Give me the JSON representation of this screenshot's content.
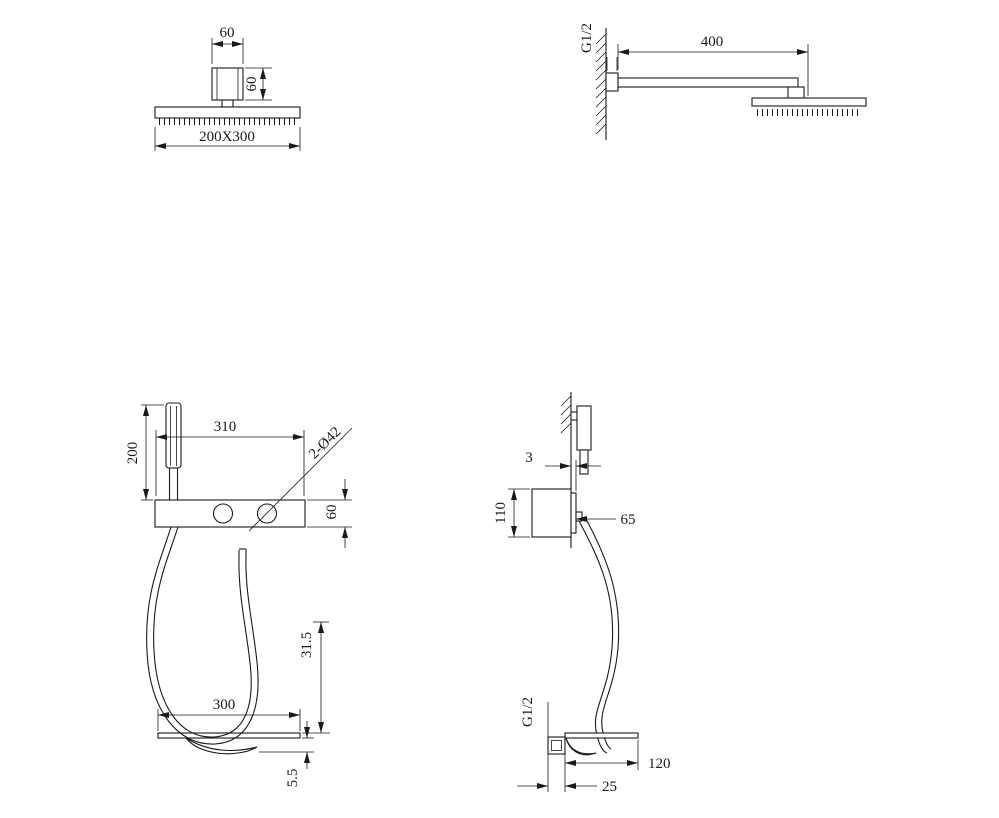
{
  "drawing": {
    "title": "shower-system-installation-dimensions",
    "colors": {
      "ink": "#1a1a1a",
      "background": "#ffffff"
    },
    "views": {
      "head_front": {
        "dim_width": "60",
        "dim_height": "60",
        "dim_size": "200X300"
      },
      "head_side": {
        "thread_label": "G1/2",
        "dim_arm_length": "400"
      },
      "panel_front": {
        "dim_handshower_height": "200",
        "dim_panel_width": "310",
        "dim_holes": "2-Ø42",
        "dim_panel_height": "60"
      },
      "panel_side": {
        "dim_protrusion": "3",
        "dim_height": "110",
        "dim_depth": "65"
      },
      "spout_front": {
        "dim_drop": "31.5",
        "dim_width": "300",
        "dim_lip": "5.5"
      },
      "spout_side": {
        "thread_label": "G1/2",
        "dim_depth": "120",
        "dim_offset": "25"
      }
    }
  }
}
